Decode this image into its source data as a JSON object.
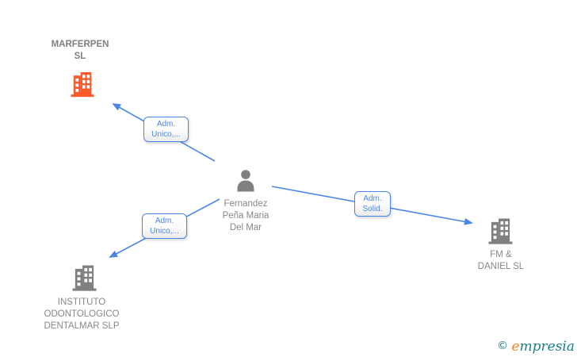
{
  "colors": {
    "highlight_orange": "#FA5A2C",
    "node_gray": "#808080",
    "label_text_gray": "#878787",
    "edge_blue": "#4A86E8",
    "logo_teal": "#1A7E8C",
    "logo_orange": "#F6821F"
  },
  "person": {
    "full_name": "Fernandez Peña Maria Del Mar",
    "line1": "Fernandez",
    "line2": "Peña Maria",
    "line3": "Del Mar"
  },
  "companies": {
    "marferpen": {
      "full_name": "MARFERPEN SL",
      "line1": "MARFERPEN",
      "line2": "SL",
      "highlighted": true
    },
    "fm_daniel": {
      "full_name": "FM & DANIEL SL",
      "line1": "FM &",
      "line2": "DANIEL SL",
      "highlighted": false
    },
    "instituto": {
      "full_name": "INSTITUTO ODONTOLOGICO DENTALMAR SLP",
      "line1": "INSTITUTO",
      "line2": "ODONTOLOGICO",
      "line3": "DENTALMAR SLP",
      "highlighted": false
    }
  },
  "edges": [
    {
      "source": "Fernandez Peña Maria Del Mar",
      "target": "MARFERPEN SL",
      "label_line1": "Adm.",
      "label_line2": "Unico,..."
    },
    {
      "source": "Fernandez Peña Maria Del Mar",
      "target": "INSTITUTO ODONTOLOGICO DENTALMAR SLP",
      "label_line1": "Adm.",
      "label_line2": "Unico,..."
    },
    {
      "source": "Fernandez Peña Maria Del Mar",
      "target": "FM & DANIEL SL",
      "label_line1": "Adm.",
      "label_line2": "Solid."
    }
  ],
  "watermark": {
    "symbol": "©",
    "brand": "empresia"
  }
}
